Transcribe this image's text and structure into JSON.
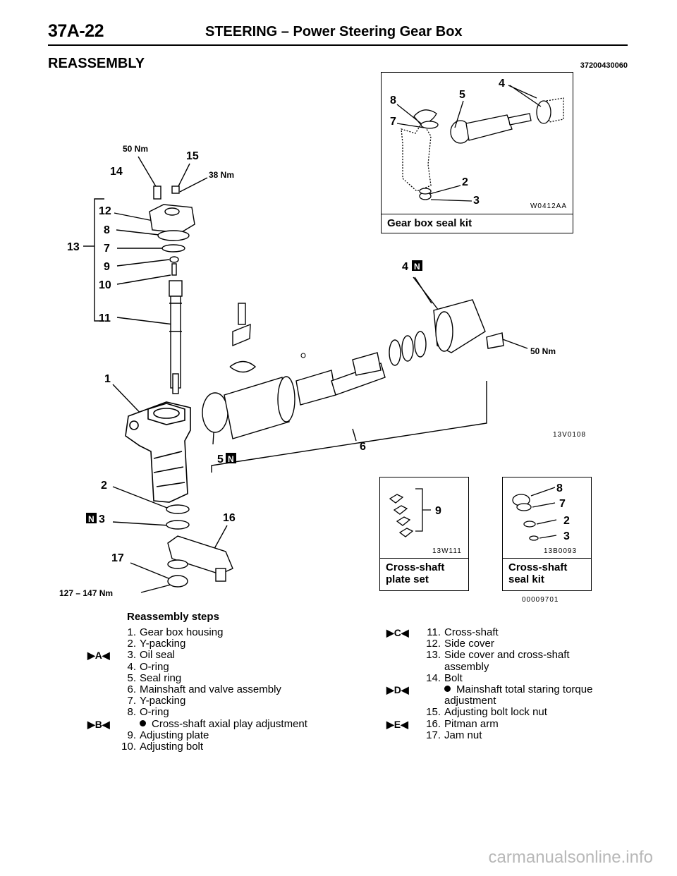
{
  "header": {
    "page_number": "37A-22",
    "title": "STEERING – Power Steering Gear Box"
  },
  "section": {
    "title": "REASSEMBLY",
    "code": "37200430060"
  },
  "diagram": {
    "torques": {
      "bolt14": "50 Nm",
      "nut15": "38 Nm",
      "housing_bolt": "50 Nm",
      "jam_nut": "127 – 147 Nm"
    },
    "callouts": [
      "1",
      "2",
      "3",
      "4",
      "5",
      "6",
      "7",
      "8",
      "9",
      "10",
      "11",
      "12",
      "13",
      "14",
      "15",
      "16",
      "17"
    ],
    "figure_codes": {
      "main": "13V0108",
      "seal_kit": "W0412AA",
      "plate_set": "13W111",
      "cs_seal_kit": "13B0093",
      "bottom": "00009701"
    },
    "inset_gear_box": {
      "caption": "Gear box seal kit",
      "labels": [
        "8",
        "5",
        "4",
        "7",
        "2",
        "3"
      ]
    },
    "inset_plate_set": {
      "caption_line1": "Cross-shaft",
      "caption_line2": "plate set",
      "label": "9"
    },
    "inset_cs_seal": {
      "caption_line1": "Cross-shaft",
      "caption_line2": "seal kit",
      "labels": [
        "8",
        "7",
        "2",
        "3"
      ]
    },
    "new_part_badge": "N"
  },
  "steps": {
    "title": "Reassembly steps",
    "left": [
      {
        "num": "1.",
        "text": "Gear box housing",
        "mark": ""
      },
      {
        "num": "2.",
        "text": "Y-packing",
        "mark": ""
      },
      {
        "num": "3.",
        "text": "Oil seal",
        "mark": "▶A◀"
      },
      {
        "num": "4.",
        "text": "O-ring",
        "mark": ""
      },
      {
        "num": "5.",
        "text": "Seal ring",
        "mark": ""
      },
      {
        "num": "6.",
        "text": "Mainshaft and valve assembly",
        "mark": ""
      },
      {
        "num": "7.",
        "text": "Y-packing",
        "mark": ""
      },
      {
        "num": "8.",
        "text": "O-ring",
        "mark": ""
      },
      {
        "num": "",
        "text": "Cross-shaft axial play adjustment",
        "mark": "▶B◀",
        "bullet": true
      },
      {
        "num": "9.",
        "text": "Adjusting plate",
        "mark": ""
      },
      {
        "num": "10.",
        "text": "Adjusting bolt",
        "mark": ""
      }
    ],
    "right": [
      {
        "num": "11.",
        "text": "Cross-shaft",
        "mark": "▶C◀"
      },
      {
        "num": "12.",
        "text": "Side cover",
        "mark": ""
      },
      {
        "num": "13.",
        "text": "Side cover and cross-shaft",
        "mark": ""
      },
      {
        "num": "",
        "text": "assembly",
        "mark": ""
      },
      {
        "num": "14.",
        "text": "Bolt",
        "mark": ""
      },
      {
        "num": "",
        "text": "Mainshaft total staring torque",
        "mark": "▶D◀",
        "bullet": true
      },
      {
        "num": "",
        "text": "adjustment",
        "mark": ""
      },
      {
        "num": "15.",
        "text": "Adjusting bolt lock nut",
        "mark": ""
      },
      {
        "num": "16.",
        "text": "Pitman arm",
        "mark": "▶E◀"
      },
      {
        "num": "17.",
        "text": "Jam nut",
        "mark": ""
      }
    ]
  },
  "watermark": "carmanualsonline.info"
}
